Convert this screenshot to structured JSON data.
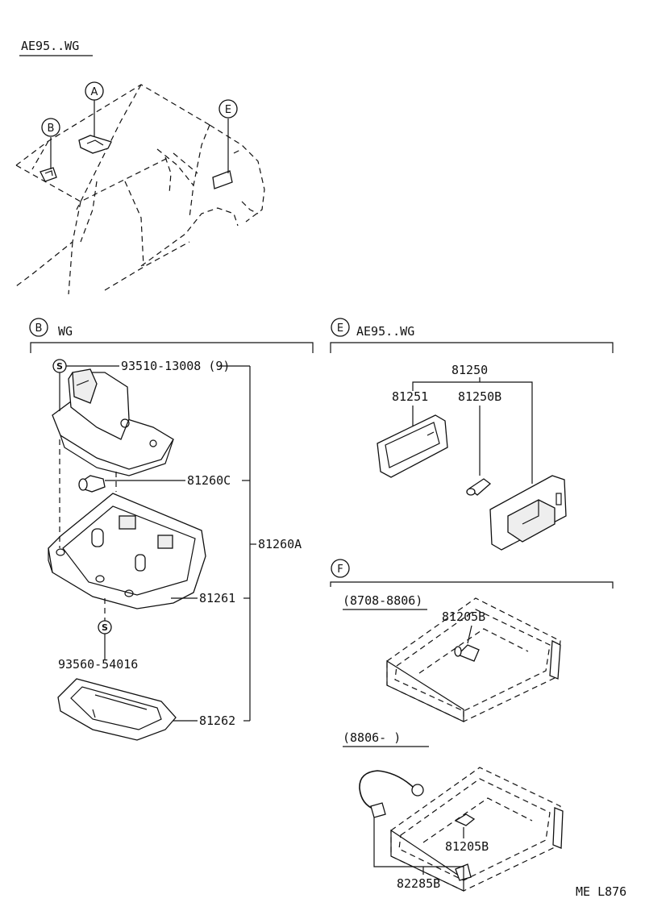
{
  "header": {
    "model_code": "AE95..WG"
  },
  "overview": {
    "callouts": {
      "a": "A",
      "b": "B",
      "e": "E"
    }
  },
  "section_b": {
    "letter": "B",
    "title": "WG",
    "stud_symbol": "S",
    "parts": {
      "screw_top": "93510-13008 (9)",
      "bulb": "81260C",
      "assembly": "81260A",
      "housing": "81261",
      "screw_bottom": "93560-54016",
      "lens": "81262"
    }
  },
  "section_e": {
    "letter": "E",
    "title": "AE95..WG",
    "parts": {
      "assembly": "81250",
      "lens": "81251",
      "bulb": "81250B"
    }
  },
  "section_f": {
    "letter": "F",
    "period_1": "(8708-8806)",
    "period_1_part": "81205B",
    "period_2": "(8806-     )",
    "period_2_part": "81205B",
    "period_2_harness": "82285B"
  },
  "footer": {
    "catalog_code": "ME  L876"
  }
}
